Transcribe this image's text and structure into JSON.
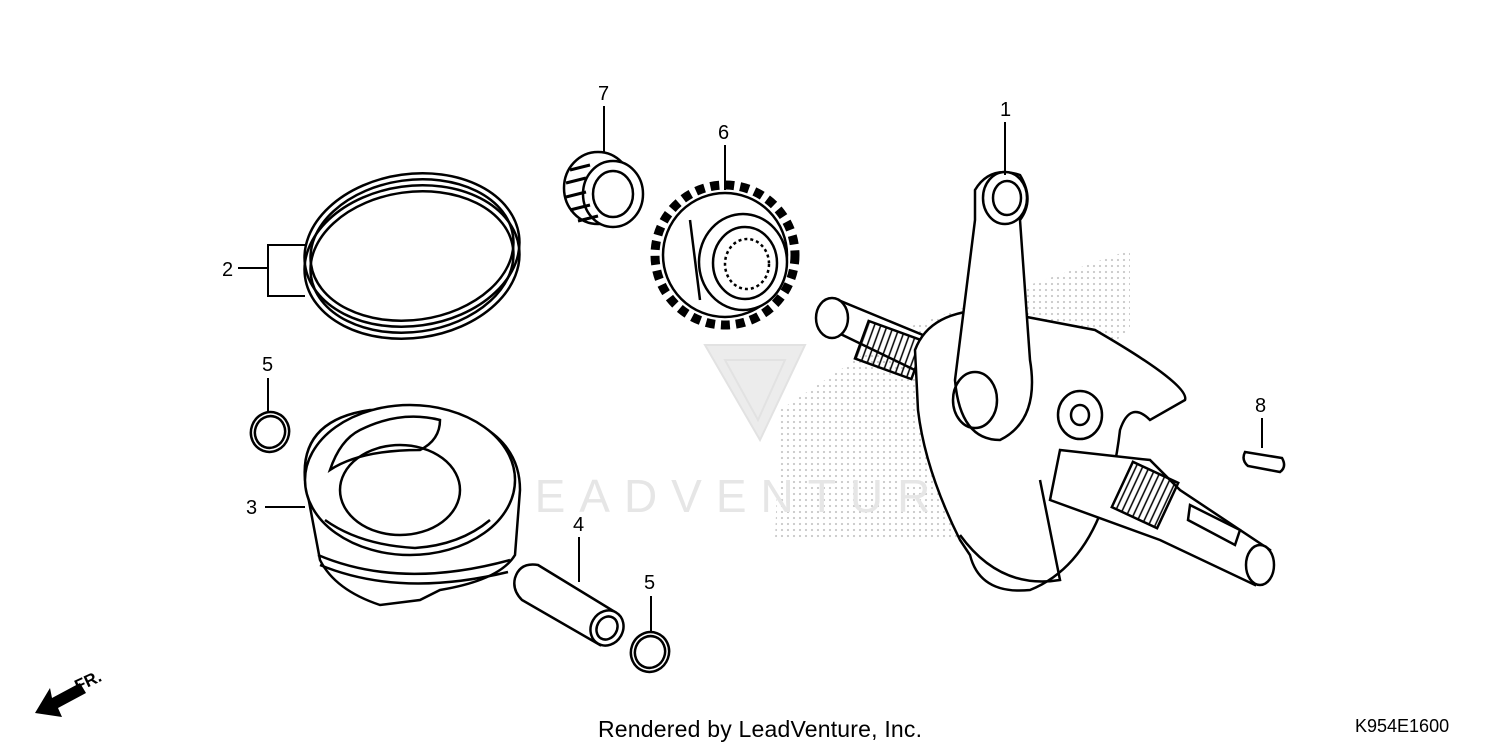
{
  "footer": {
    "credit": "Rendered by LeadVenture, Inc.",
    "diagram_code": "K954E1600"
  },
  "watermark": {
    "text": "LEADVENTURE"
  },
  "direction_label": "FR.",
  "callouts": {
    "crankshaft": "1",
    "piston_ring_set": "2",
    "piston": "3",
    "piston_pin": "4",
    "pin_clip_upper": "5",
    "pin_clip_lower": "5",
    "drive_gear": "6",
    "needle_bearing": "7",
    "woodruff_key": "8"
  }
}
